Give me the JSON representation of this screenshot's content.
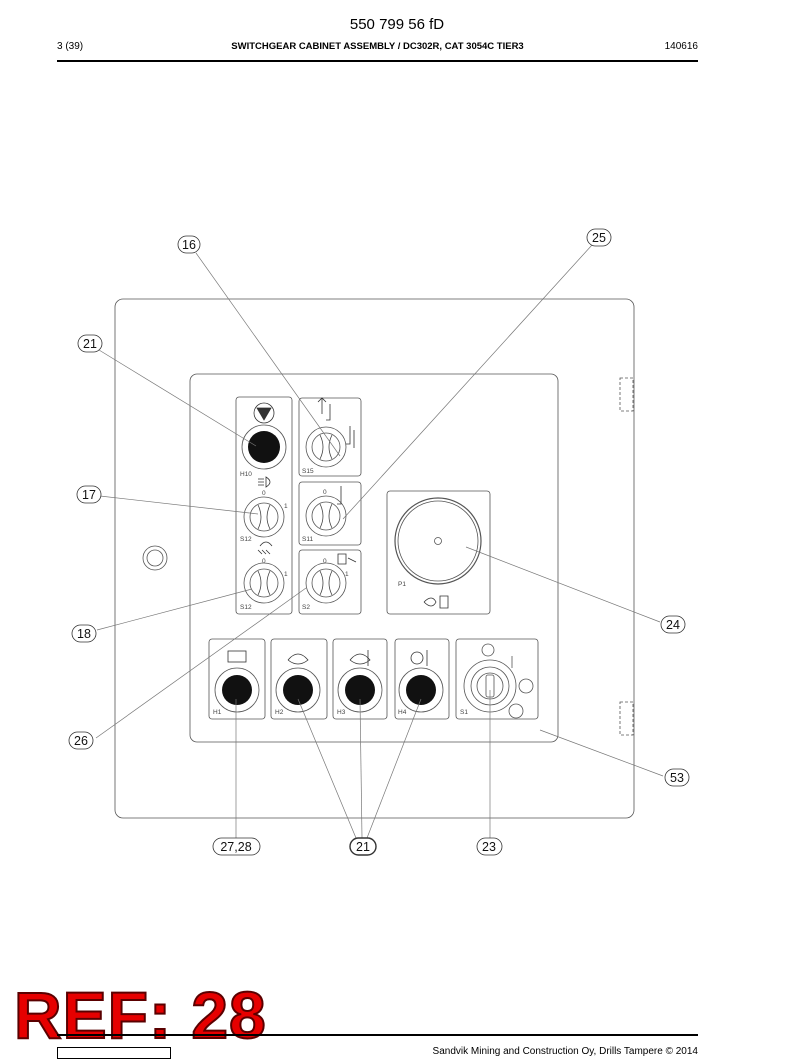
{
  "header": {
    "doc_number": "550 799 56 fD",
    "page": "3 (39)",
    "title": "SWITCHGEAR CABINET ASSEMBLY / DC302R, CAT 3054C TIER3",
    "date": "140616"
  },
  "callouts": {
    "c16": "16",
    "c25": "25",
    "c21a": "21",
    "c17": "17",
    "c18": "18",
    "c24": "24",
    "c26": "26",
    "c53": "53",
    "c2728": "27,28",
    "c21b": "21",
    "c23": "23"
  },
  "panel_labels": {
    "h10": "H10",
    "s15": "S15",
    "s12a": "S12",
    "s11": "S11",
    "s12b": "S12",
    "s2": "S2",
    "p1": "P1",
    "h1": "H1",
    "h2": "H2",
    "h3": "H3",
    "h4": "H4",
    "s1": "S1",
    "zero": "0",
    "one": "1"
  },
  "stamp": "REF: 28",
  "footer": {
    "copyright": "Sandvik Mining and Construction Oy, Drills Tampere © 2014"
  }
}
